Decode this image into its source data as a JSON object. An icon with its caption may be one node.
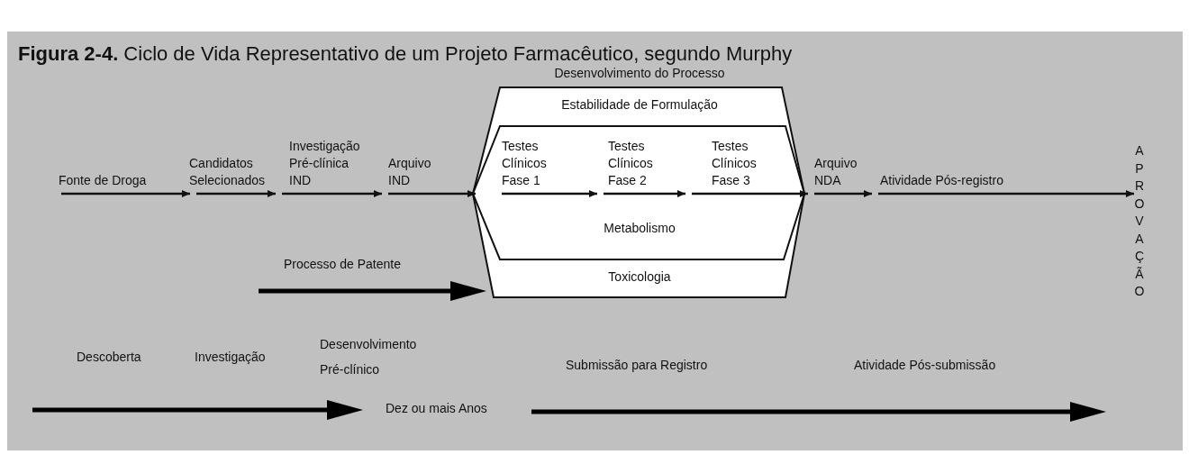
{
  "diagram": {
    "title": "**Figura 2-4.** Ciclo de Vida Representativo de um Projeto Farmacêutico, segundo Murphy",
    "nodes": [
      {
        "text": [
          "Fonte de Droga"
        ]
      },
      {
        "text": [
          "Candidatos Selecionados"
        ]
      },
      {
        "text": [
          "Investigação Pré-clínica IND"
        ]
      },
      {
        "text": [
          "Arquivo IND"
        ]
      },
      {
        "text": [
          "Desenvolvimento do Processo",
          "Estabilidade de Formulação",
          "Toxicologia"
        ]
      },
      {
        "text": [
          "Metabolismo"
        ],
        "in": 4
      },
      {
        "text": [
          "Testes Clínicos Fase 1"
        ],
        "in": 5
      },
      {
        "text": [
          "Testes Clínicos Fase 2"
        ],
        "in": 5
      },
      {
        "text": [
          "Testes Clínicos Fase 3"
        ],
        "in": 5
      },
      {
        "text": [
          "Arquivo NDA"
        ]
      },
      {
        "text": [
          "Atividade Pós-registro"
        ]
      },
      {
        "text": [
          "APROVAÇÃO"
        ]
      }
    ],
    "edges": [
      {
        "from": 0,
        "to": 1,
        "arrow": "to"
      },
      {
        "from": 1,
        "to": 2,
        "arrow": "to"
      },
      {
        "from": 2,
        "to": 3,
        "arrow": "to"
      },
      {
        "from": 3,
        "to": 6,
        "arrow": "to"
      },
      {
        "from": 6,
        "to": 7,
        "arrow": "to"
      },
      {
        "from": 7,
        "to": 8,
        "arrow": "to"
      },
      {
        "from": 8,
        "to": 9,
        "arrow": "to"
      },
      {
        "from": 9,
        "to": 10,
        "arrow": "to"
      },
      {
        "from": 10,
        "to": 11,
        "arrow": "to"
      }
    ],
    "labels": [
      "Processo de Patente",
      "Desenvolvimento Pré-clínico",
      "Descoberta",
      "Investigação",
      "Submissão para Registro",
      "Atividade Pós-submissão",
      "Dez ou mais Anos"
    ]
  }
}
